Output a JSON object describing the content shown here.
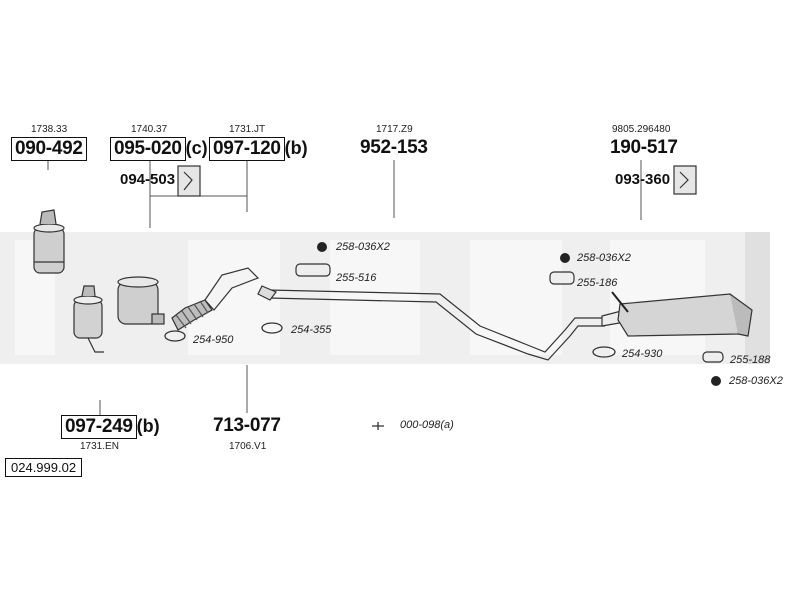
{
  "catalog_number": "024.999.02",
  "components": {
    "front_cat_1": {
      "ref": "1738.33",
      "part": "090-492"
    },
    "front_cat_2": {
      "ref": "1740.37",
      "part": "095-020",
      "suffix": "(c)"
    },
    "flex_pipe": {
      "ref": "1731.JT",
      "part": "097-120",
      "suffix": "(b)"
    },
    "bracket_1": {
      "part": "094-503"
    },
    "middle_pipe": {
      "ref": "1717.Z9",
      "part": "952-153"
    },
    "rear_silencer": {
      "ref": "9805.296480",
      "part": "190-517"
    },
    "bracket_2": {
      "part": "093-360"
    },
    "front_cat_3": {
      "ref": "1731.EN",
      "part": "097-249",
      "suffix": "(b)"
    },
    "front_pipe": {
      "ref": "1706.V1",
      "part": "713-077"
    }
  },
  "accessories": {
    "a_258_036x2_mid": "258-036X2",
    "a_255_516": "255-516",
    "a_254_355": "254-355",
    "a_254_950": "254-950",
    "a_000_098a": "000-098(a)",
    "a_258_036x2_rear": "258-036X2",
    "a_255_186": "255-186",
    "a_254_930": "254-930",
    "a_255_188": "255-188",
    "a_258_036x2_end": "258-036X2"
  }
}
